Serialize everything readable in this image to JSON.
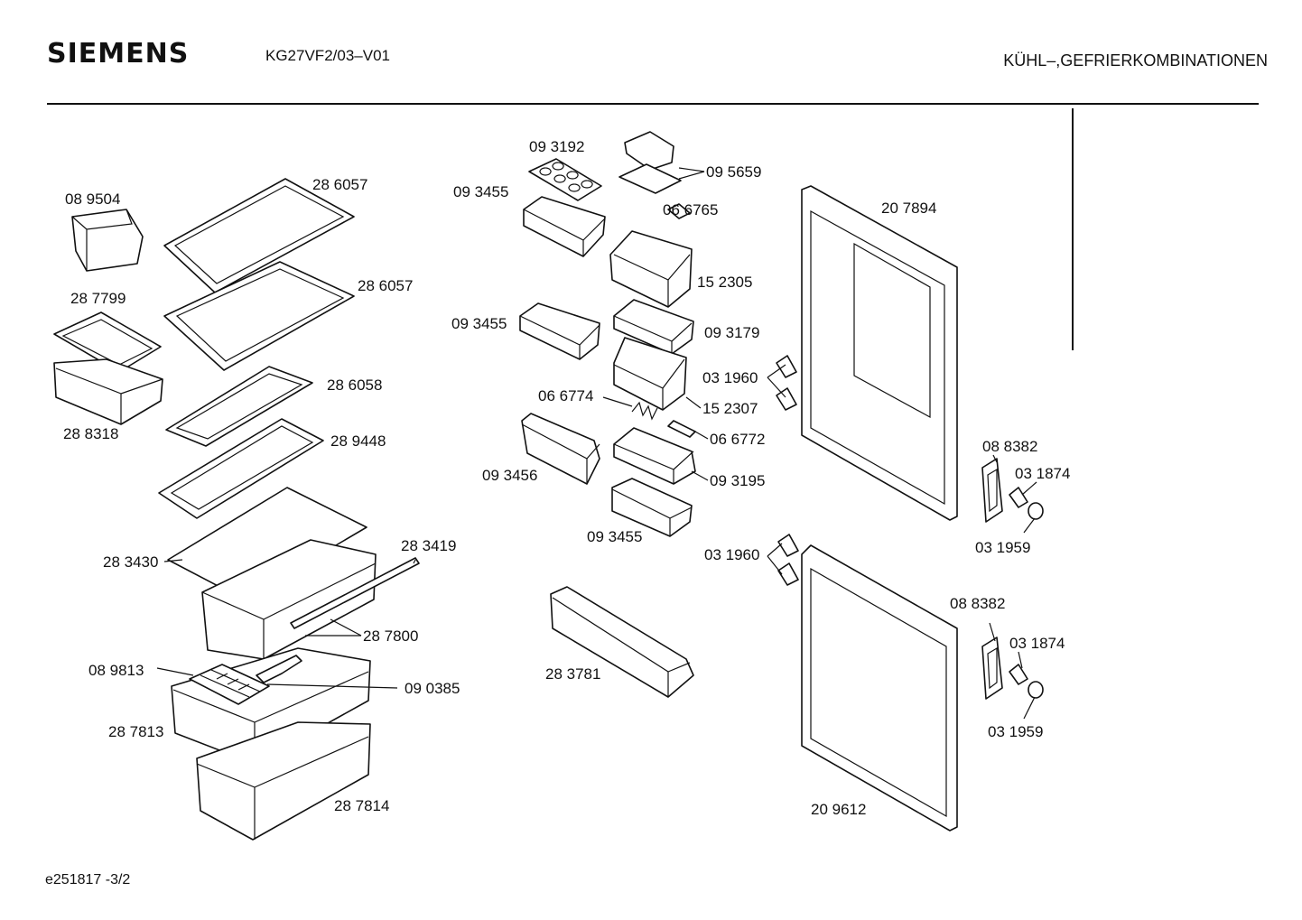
{
  "header": {
    "brand": "SIEMENS",
    "model": "KG27VF2/03–V01",
    "category": "KÜHL–,GEFRIERKOMBINATIONEN"
  },
  "footer": {
    "code": "e251817   -3/2"
  },
  "parts": {
    "p089504": "08 9504",
    "p286057a": "28 6057",
    "p286057b": "28 6057",
    "p287799": "28 7799",
    "p288318": "28 8318",
    "p286058": "28 6058",
    "p289448": "28 9448",
    "p283430": "28 3430",
    "p283419": "28 3419",
    "p287800": "28 7800",
    "p089813": "08 9813",
    "p090385": "09 0385",
    "p287813": "28 7813",
    "p287814": "28 7814",
    "p093192": "09 3192",
    "p095659": "09 5659",
    "p093455a": "09 3455",
    "p066765": "06 6765",
    "p152305": "15 2305",
    "p093455b": "09 3455",
    "p093179": "09 3179",
    "p031960a": "03 1960",
    "p066774": "06 6774",
    "p152307": "15 2307",
    "p066772": "06 6772",
    "p093456": "09 3456",
    "p093195": "09 3195",
    "p093455c": "09 3455",
    "p031960b": "03 1960",
    "p283781": "28 3781",
    "p207894": "20 7894",
    "p088382a": "08 8382",
    "p031874a": "03 1874",
    "p031959a": "03 1959",
    "p088382b": "08 8382",
    "p031874b": "03 1874",
    "p031959b": "03 1959",
    "p209612": "20 9612"
  }
}
